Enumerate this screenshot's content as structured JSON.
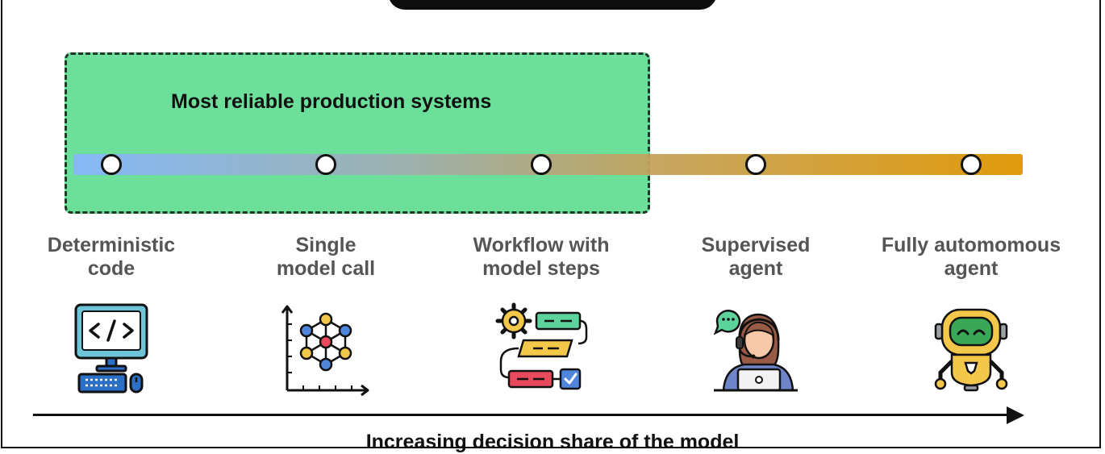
{
  "reliable_zone": {
    "label": "Most reliable production systems"
  },
  "stages": [
    {
      "line1": "Deterministic",
      "line2": "code",
      "icon": "computer-code-icon"
    },
    {
      "line1": "Single",
      "line2": "model call",
      "icon": "model-graph-icon"
    },
    {
      "line1": "Workflow with",
      "line2": "model steps",
      "icon": "workflow-icon"
    },
    {
      "line1": "Supervised",
      "line2": "agent",
      "icon": "support-agent-icon"
    },
    {
      "line1": "Fully automomous",
      "line2": "agent",
      "icon": "robot-icon"
    }
  ],
  "axis": {
    "label": "Increasing decision share of the model"
  },
  "colors": {
    "reliable_zone": "#6ce09b",
    "bar_start": "#87b5ff",
    "bar_end": "#e09a0c",
    "label_text": "#555555"
  }
}
